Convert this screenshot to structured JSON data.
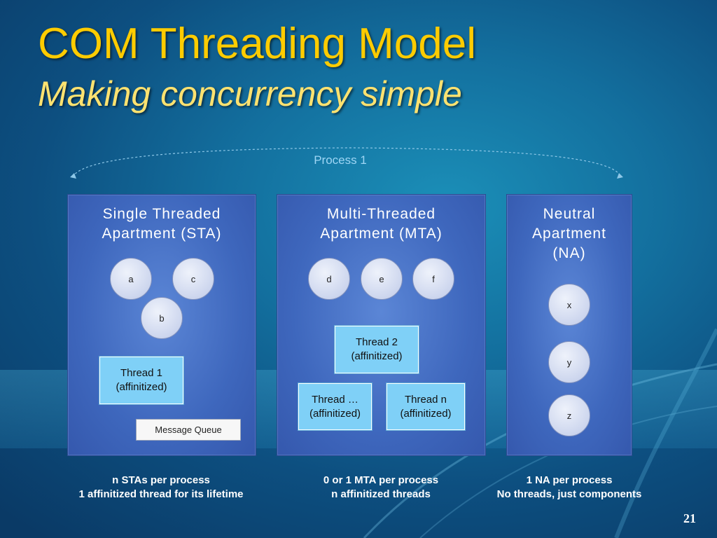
{
  "slide": {
    "title": "COM Threading Model",
    "subtitle": "Making concurrency simple",
    "page_number": "21"
  },
  "process": {
    "label": "Process 1"
  },
  "apartments": [
    {
      "title": "Single Threaded Apartment (STA)",
      "components": [
        "a",
        "c",
        "b"
      ],
      "threads": [
        "Thread 1\n(affinitized)"
      ],
      "message_queue": "Message Queue",
      "caption_line1": "n STAs per process",
      "caption_line2": "1 affinitized thread for its lifetime"
    },
    {
      "title": "Multi-Threaded Apartment (MTA)",
      "components": [
        "d",
        "e",
        "f"
      ],
      "threads": [
        "Thread 2\n(affinitized)",
        "Thread …\n(affinitized)",
        "Thread n\n(affinitized)"
      ],
      "caption_line1": "0 or 1 MTA per process",
      "caption_line2": "n affinitized threads"
    },
    {
      "title": "Neutral Apartment (NA)",
      "components": [
        "x",
        "y",
        "z"
      ],
      "caption_line1": "1 NA per process",
      "caption_line2": "No threads, just components"
    }
  ],
  "colors": {
    "title": "#ffcc00",
    "subtitle": "#ffe270",
    "apartment_fill": "#4a74c9",
    "thread_fill": "#7fd0f7",
    "process_label": "#9ed6f5"
  }
}
